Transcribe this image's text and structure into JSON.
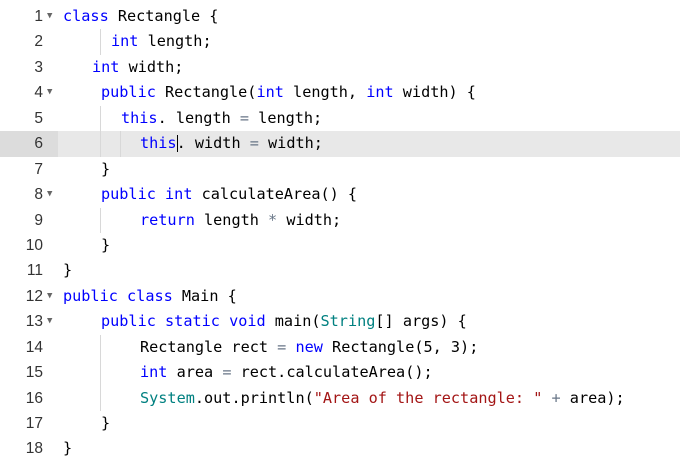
{
  "editor": {
    "active_line": 6,
    "lines": [
      {
        "number": "1",
        "foldable": true,
        "indent": 0,
        "guides": [],
        "tokens": [
          {
            "t": "class",
            "c": "kw"
          },
          {
            "t": " Rectangle {",
            "c": "plain"
          }
        ]
      },
      {
        "number": "2",
        "foldable": false,
        "indent": 48,
        "guides": [
          42
        ],
        "tokens": [
          {
            "t": "int",
            "c": "kw"
          },
          {
            "t": " length;",
            "c": "plain"
          }
        ]
      },
      {
        "number": "3",
        "foldable": false,
        "indent": 29,
        "guides": [],
        "tokens": [
          {
            "t": "int",
            "c": "kw"
          },
          {
            "t": " width;",
            "c": "plain"
          }
        ]
      },
      {
        "number": "4",
        "foldable": true,
        "indent": 38,
        "guides": [],
        "tokens": [
          {
            "t": "public",
            "c": "kw"
          },
          {
            "t": " Rectangle(",
            "c": "plain"
          },
          {
            "t": "int",
            "c": "kw"
          },
          {
            "t": " length, ",
            "c": "plain"
          },
          {
            "t": "int",
            "c": "kw"
          },
          {
            "t": " width) {",
            "c": "plain"
          }
        ]
      },
      {
        "number": "5",
        "foldable": false,
        "indent": 58,
        "guides": [
          42
        ],
        "tokens": [
          {
            "t": "this",
            "c": "kw"
          },
          {
            "t": ". length ",
            "c": "plain"
          },
          {
            "t": "=",
            "c": "op"
          },
          {
            "t": " length;",
            "c": "plain"
          }
        ]
      },
      {
        "number": "6",
        "foldable": false,
        "indent": 77,
        "guides": [
          42,
          62
        ],
        "cursor_after_token": 0,
        "tokens": [
          {
            "t": "this",
            "c": "kw"
          },
          {
            "t": ". width ",
            "c": "plain"
          },
          {
            "t": "=",
            "c": "op"
          },
          {
            "t": " width;",
            "c": "plain"
          }
        ]
      },
      {
        "number": "7",
        "foldable": false,
        "indent": 38,
        "guides": [],
        "tokens": [
          {
            "t": "}",
            "c": "plain"
          }
        ]
      },
      {
        "number": "8",
        "foldable": true,
        "indent": 38,
        "guides": [],
        "tokens": [
          {
            "t": "public",
            "c": "kw"
          },
          {
            "t": " ",
            "c": "plain"
          },
          {
            "t": "int",
            "c": "kw"
          },
          {
            "t": " calculateArea() {",
            "c": "plain"
          }
        ]
      },
      {
        "number": "9",
        "foldable": false,
        "indent": 77,
        "guides": [
          42
        ],
        "tokens": [
          {
            "t": "return",
            "c": "kw"
          },
          {
            "t": " length ",
            "c": "plain"
          },
          {
            "t": "*",
            "c": "op"
          },
          {
            "t": " width;",
            "c": "plain"
          }
        ]
      },
      {
        "number": "10",
        "foldable": false,
        "indent": 38,
        "guides": [],
        "tokens": [
          {
            "t": "}",
            "c": "plain"
          }
        ]
      },
      {
        "number": "11",
        "foldable": false,
        "indent": 0,
        "guides": [],
        "tokens": [
          {
            "t": "}",
            "c": "plain"
          }
        ]
      },
      {
        "number": "12",
        "foldable": true,
        "indent": 0,
        "guides": [],
        "tokens": [
          {
            "t": "public",
            "c": "kw"
          },
          {
            "t": " ",
            "c": "plain"
          },
          {
            "t": "class",
            "c": "kw"
          },
          {
            "t": " Main {",
            "c": "plain"
          }
        ]
      },
      {
        "number": "13",
        "foldable": true,
        "indent": 38,
        "guides": [],
        "tokens": [
          {
            "t": "public",
            "c": "kw"
          },
          {
            "t": " ",
            "c": "plain"
          },
          {
            "t": "static",
            "c": "kw"
          },
          {
            "t": " ",
            "c": "plain"
          },
          {
            "t": "void",
            "c": "kw"
          },
          {
            "t": " main(",
            "c": "plain"
          },
          {
            "t": "String",
            "c": "type"
          },
          {
            "t": "[] args) {",
            "c": "plain"
          }
        ]
      },
      {
        "number": "14",
        "foldable": false,
        "indent": 77,
        "guides": [
          42
        ],
        "tokens": [
          {
            "t": "Rectangle rect ",
            "c": "plain"
          },
          {
            "t": "=",
            "c": "op"
          },
          {
            "t": " ",
            "c": "plain"
          },
          {
            "t": "new",
            "c": "kw"
          },
          {
            "t": " Rectangle(5, 3);",
            "c": "plain"
          }
        ]
      },
      {
        "number": "15",
        "foldable": false,
        "indent": 77,
        "guides": [
          42
        ],
        "tokens": [
          {
            "t": "int",
            "c": "kw"
          },
          {
            "t": " area ",
            "c": "plain"
          },
          {
            "t": "=",
            "c": "op"
          },
          {
            "t": " rect.calculateArea();",
            "c": "plain"
          }
        ]
      },
      {
        "number": "16",
        "foldable": false,
        "indent": 77,
        "guides": [
          42
        ],
        "tokens": [
          {
            "t": "System",
            "c": "type"
          },
          {
            "t": ".out.println(",
            "c": "plain"
          },
          {
            "t": "\"Area of the rectangle: \"",
            "c": "str"
          },
          {
            "t": " ",
            "c": "plain"
          },
          {
            "t": "+",
            "c": "op"
          },
          {
            "t": " area);",
            "c": "plain"
          }
        ]
      },
      {
        "number": "17",
        "foldable": false,
        "indent": 38,
        "guides": [],
        "tokens": [
          {
            "t": "}",
            "c": "plain"
          }
        ]
      },
      {
        "number": "18",
        "foldable": false,
        "indent": 0,
        "guides": [],
        "tokens": [
          {
            "t": "}",
            "c": "plain"
          }
        ]
      }
    ]
  },
  "icons": {
    "fold": "chevron-down-icon"
  }
}
